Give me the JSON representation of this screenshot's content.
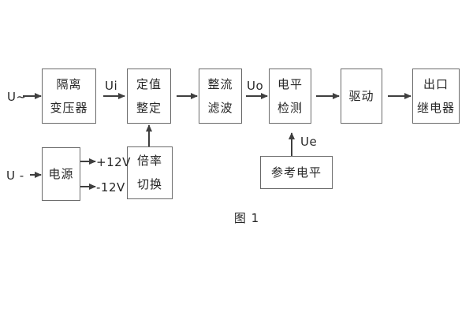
{
  "caption": "图 1",
  "colors": {
    "line": "#3f3f3f",
    "border": "#6a6a6a",
    "text": "#262626",
    "background": "#ffffff"
  },
  "blocks": {
    "isolation_transformer": {
      "line1": "隔离",
      "line2": "变压器"
    },
    "value_setting": {
      "line1": "定值",
      "line2": "整定"
    },
    "rectifier_filter": {
      "line1": "整流",
      "line2": "滤波"
    },
    "level_detection": {
      "line1": "电平",
      "line2": "检测"
    },
    "driver": {
      "text": "驱动"
    },
    "output_relay": {
      "line1": "出口",
      "line2": "继电器"
    },
    "power_supply": {
      "text": "电源"
    },
    "ratio_switching": {
      "line1": "倍率",
      "line2": "切换"
    },
    "reference_level": {
      "text": "参考电平"
    }
  },
  "signals": {
    "ac_input": "U~",
    "dc_input": "U -",
    "ui": "Ui",
    "uo": "Uo",
    "ue": "Ue",
    "plus_12v": "+12V",
    "minus_12v": "-12V"
  }
}
